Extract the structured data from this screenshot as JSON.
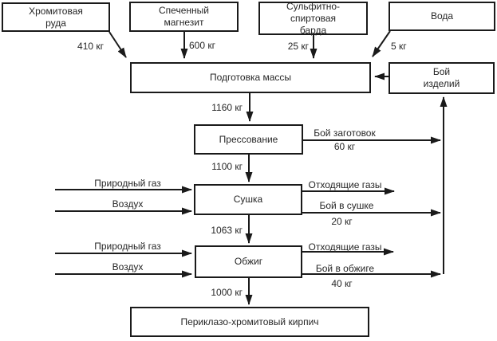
{
  "diagram": {
    "type": "process-flow-diagram",
    "nodes": {
      "chromite_ore": {
        "label": "Хромитовая\nруда"
      },
      "sintered_magnesite": {
        "label": "Спеченный\nмагнезит"
      },
      "sulfite_liquor": {
        "label": "Сульфитно-\nспиртовая\nбарда"
      },
      "water": {
        "label": "Вода"
      },
      "mass_preparation": {
        "label": "Подготовка массы"
      },
      "product_scrap": {
        "label": "Бой\nизделий"
      },
      "pressing": {
        "label": "Прессование"
      },
      "drying": {
        "label": "Сушка"
      },
      "firing": {
        "label": "Обжиг"
      },
      "brick": {
        "label": "Периклазо-хромитовый кирпич"
      }
    },
    "edge_labels": {
      "chromite_to_prep": "410 кг",
      "magnesite_to_prep": "600 кг",
      "liquor_to_prep": "25 кг",
      "water_to_prep": "5 кг",
      "prep_to_press": "1160 кг",
      "press_scrap_name": "Бой заготовок",
      "press_scrap_qty": "60 кг",
      "press_to_dry": "1100 кг",
      "gas_to_dry": "Природный газ",
      "air_to_dry": "Воздух",
      "dry_exhaust": "Отходящие газы",
      "dry_scrap_name": "Бой в сушке",
      "dry_scrap_qty": "20 кг",
      "dry_to_fire": "1063 кг",
      "gas_to_fire": "Природный газ",
      "air_to_fire": "Воздух",
      "fire_exhaust": "Отходящие газы",
      "fire_scrap_name": "Бой в обжиге",
      "fire_scrap_qty": "40 кг",
      "fire_to_brick": "1000 кг"
    },
    "colors": {
      "line": "#1a1a1a",
      "text": "#262626",
      "background": "#ffffff"
    }
  }
}
